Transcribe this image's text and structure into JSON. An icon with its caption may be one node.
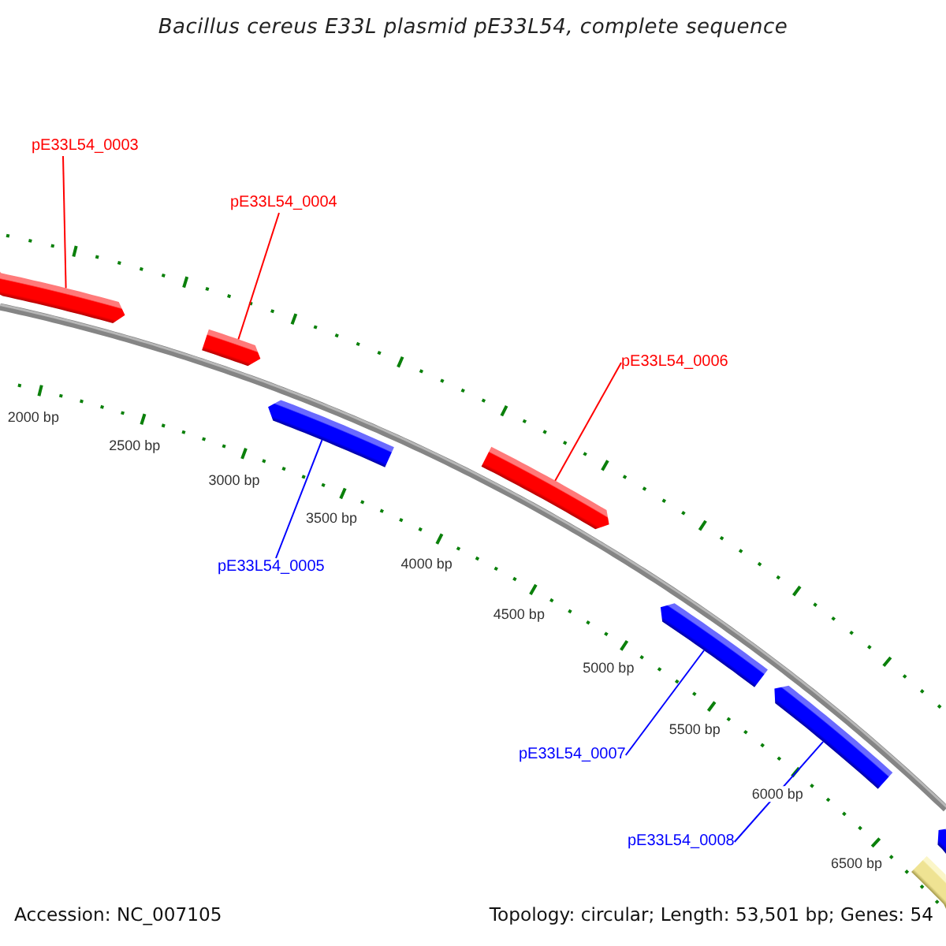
{
  "diagram": {
    "title": "Bacillus cereus E33L plasmid pE33L54, complete sequence",
    "nodes": [
      {
        "text": [
          "pE33L54_0003"
        ]
      },
      {
        "text": [
          "pE33L54_0004"
        ]
      },
      {
        "text": [
          "pE33L54_0006"
        ]
      },
      {
        "text": [
          "pE33L54_0005"
        ]
      },
      {
        "text": [
          "pE33L54_0007"
        ]
      },
      {
        "text": [
          "pE33L54_0008"
        ]
      },
      {
        "text": [],
        "shape": "arrow"
      },
      {
        "text": [],
        "shape": "arrow"
      },
      {
        "text": [],
        "shape": "arrow"
      },
      {
        "text": [],
        "shape": "arrow"
      },
      {
        "text": [],
        "shape": "arrow"
      },
      {
        "text": [],
        "shape": "arrow"
      },
      {
        "text": [],
        "shape": "arrow"
      },
      {
        "text": [],
        "shape": "bar"
      }
    ],
    "edges": [
      {
        "from": 0,
        "to": 6,
        "arrow": "none",
        "color": "#ff0000"
      },
      {
        "from": 1,
        "to": 7,
        "arrow": "none",
        "color": "#ff0000"
      },
      {
        "from": 2,
        "to": 9,
        "arrow": "none",
        "color": "#ff0000"
      },
      {
        "from": 3,
        "to": 8,
        "arrow": "none",
        "color": "#0000ff"
      },
      {
        "from": 4,
        "to": 10,
        "arrow": "none",
        "color": "#0000ff"
      },
      {
        "from": 5,
        "to": 11,
        "arrow": "none",
        "color": "#0000ff"
      }
    ],
    "labels": [
      "2000 bp",
      "2500 bp",
      "3000 bp",
      "3500 bp",
      "4000 bp",
      "4500 bp",
      "5000 bp",
      "5500 bp",
      "6000 bp",
      "6500 bp",
      "Accession: NC_007105",
      "Topology: circular; Length: 53,501 bp; Genes: 54"
    ]
  }
}
